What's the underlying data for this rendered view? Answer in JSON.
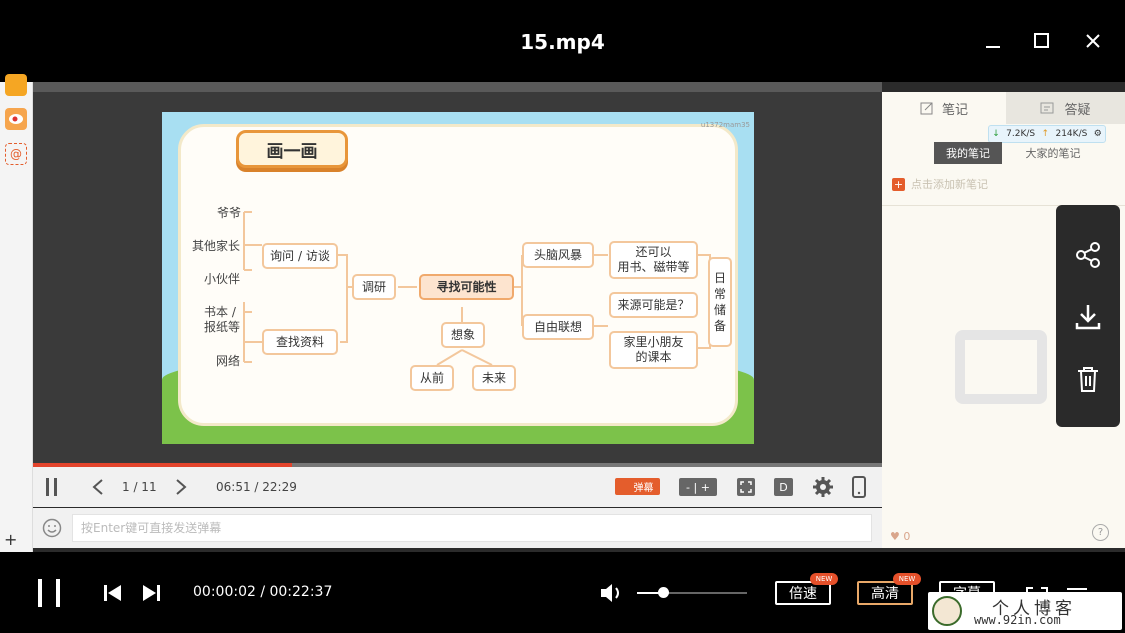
{
  "window": {
    "title": "15.mp4",
    "minimize_icon": "minimize-icon",
    "maximize_icon": "maximize-icon",
    "close_icon": "close-icon"
  },
  "slide": {
    "title": "画一画",
    "watermark": "u1372mam35",
    "mindmap": {
      "center": "寻找可能性",
      "research": "调研",
      "ask": "询问 / 访谈",
      "search": "查找资料",
      "grandpa": "爷爷",
      "other_parents": "其他家长",
      "friends": "小伙伴",
      "books": "书本 /\n报纸等",
      "internet": "网络",
      "imagine": "想象",
      "past": "从前",
      "future": "未来",
      "brainstorm": "头脑风暴",
      "free_assoc": "自由联想",
      "also_use": "还可以\n用书、磁带等",
      "source": "来源可能是？",
      "friends_books": "家里小朋友\n的课本",
      "daily_storage": "日\n常\n储\n备"
    }
  },
  "inner_controls": {
    "page": "1 / 11",
    "time": "06:51 / 22:29",
    "danmu_label": "弹幕",
    "minus_plus": "- | +",
    "d_label": "D",
    "progress": 0.305,
    "danmu_placeholder": "按Enter键可直接发送弹幕"
  },
  "right_panel": {
    "tab_notes": "笔记",
    "tab_qa": "答疑",
    "speed_down": "7.2K/S",
    "speed_up": "214K/S",
    "my_notes": "我的笔记",
    "all_notes": "大家的笔记",
    "add_note": "点击添加新笔记",
    "likes": "0",
    "help": "?"
  },
  "outer_controls": {
    "time": "00:00:02 / 00:22:37",
    "volume": 0.24,
    "speed": "倍速",
    "quality": "高清",
    "subtitle": "字幕",
    "new_badge": "NEW"
  },
  "logo": {
    "line1": "个人博客",
    "line2": "www.92in.com"
  }
}
